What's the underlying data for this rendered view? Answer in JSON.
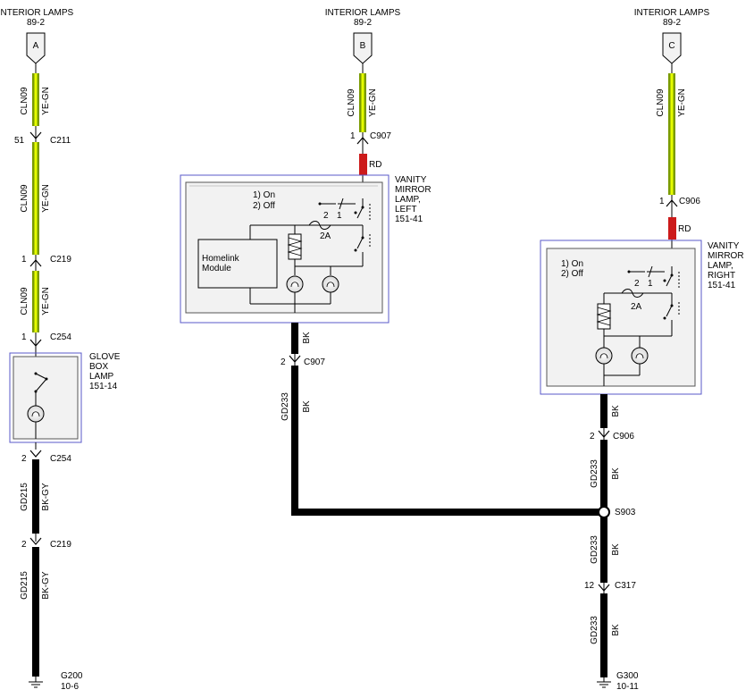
{
  "source_a": {
    "title": "INTERIOR LAMPS",
    "ref": "89-2",
    "letter": "A"
  },
  "source_b": {
    "title": "INTERIOR LAMPS",
    "ref": "89-2",
    "letter": "B"
  },
  "source_c": {
    "title": "INTERIOR LAMPS",
    "ref": "89-2",
    "letter": "C"
  },
  "wires": {
    "a1": {
      "circuit": "CLN09",
      "color": "YE-GN"
    },
    "a2": {
      "circuit": "CLN09",
      "color": "YE-GN"
    },
    "a3": {
      "circuit": "CLN09",
      "color": "YE-GN"
    },
    "a4": {
      "circuit": "GD215",
      "color": "BK-GY"
    },
    "a5": {
      "circuit": "GD215",
      "color": "BK-GY"
    },
    "b1": {
      "circuit": "CLN09",
      "color": "YE-GN"
    },
    "b_rd": {
      "color": "RD"
    },
    "b_bk": {
      "color": "BK"
    },
    "b2": {
      "circuit": "GD233",
      "color": "BK"
    },
    "c1": {
      "circuit": "CLN09",
      "color": "YE-GN"
    },
    "c_rd": {
      "color": "RD"
    },
    "c_bk": {
      "color": "BK"
    },
    "c2": {
      "circuit": "GD233",
      "color": "BK"
    },
    "c3": {
      "circuit": "GD233",
      "color": "BK"
    },
    "c4": {
      "circuit": "GD233",
      "color": "BK"
    }
  },
  "connectors": {
    "c211": {
      "pin": "51",
      "name": "C211"
    },
    "c219a": {
      "pin": "1",
      "name": "C219"
    },
    "c254a": {
      "pin": "1",
      "name": "C254"
    },
    "c254b": {
      "pin": "2",
      "name": "C254"
    },
    "c219b": {
      "pin": "2",
      "name": "C219"
    },
    "c907a": {
      "pin": "1",
      "name": "C907"
    },
    "c907b": {
      "pin": "2",
      "name": "C907"
    },
    "c906a": {
      "pin": "1",
      "name": "C906"
    },
    "c906b": {
      "pin": "2",
      "name": "C906"
    },
    "c317": {
      "pin": "12",
      "name": "C317"
    },
    "s903": {
      "name": "S903"
    }
  },
  "glove_box": {
    "line1": "GLOVE",
    "line2": "BOX",
    "line3": "LAMP",
    "ref": "151-14"
  },
  "vanity_left": {
    "line1": "VANITY",
    "line2": "MIRROR",
    "line3": "LAMP,",
    "line4": "LEFT",
    "ref": "151-41",
    "opt_on": "1) On",
    "opt_off": "2) Off",
    "fuse": "2A",
    "pin2": "2",
    "pin1": "1",
    "module_line1": "Homelink",
    "module_line2": "Module"
  },
  "vanity_right": {
    "line1": "VANITY",
    "line2": "MIRROR",
    "line3": "LAMP,",
    "line4": "RIGHT",
    "ref": "151-41",
    "opt_on": "1) On",
    "opt_off": "2) Off",
    "fuse": "2A",
    "pin2": "2",
    "pin1": "1"
  },
  "grounds": {
    "g200": {
      "name": "G200",
      "ref": "10-6"
    },
    "g300": {
      "name": "G300",
      "ref": "10-11"
    }
  },
  "colors": {
    "ye_gn_outer": "#7a9a00",
    "ye_gn_inner": "#e6ff00",
    "red": "#cc1a1a",
    "black": "#000000",
    "component_border": "#5858c8",
    "component_fill": "#f2f2f2"
  }
}
